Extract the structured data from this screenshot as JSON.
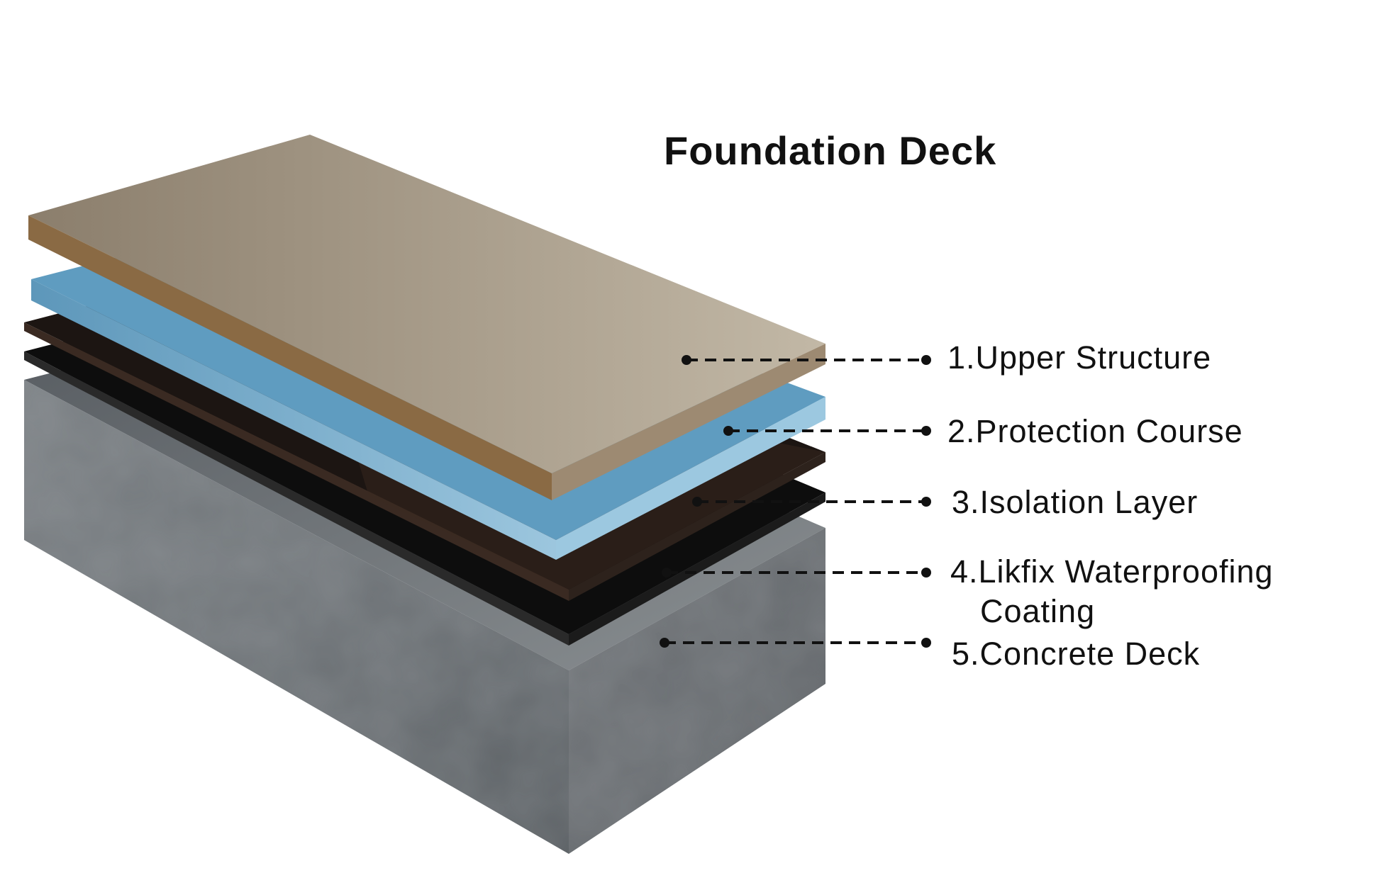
{
  "title": "Foundation Deck",
  "layers": [
    {
      "label": "1.Upper Structure",
      "color": "#a89c8a"
    },
    {
      "label": "2.Protection Course",
      "color": "#6aa6c8"
    },
    {
      "label": "3.Isolation Layer",
      "color": "#2a1f1a"
    },
    {
      "label": "4.Likfix Waterproofing",
      "label_cont": "Coating",
      "color": "#0e0e0e"
    },
    {
      "label": "5.Concrete Deck",
      "color": "#6d7276"
    }
  ]
}
